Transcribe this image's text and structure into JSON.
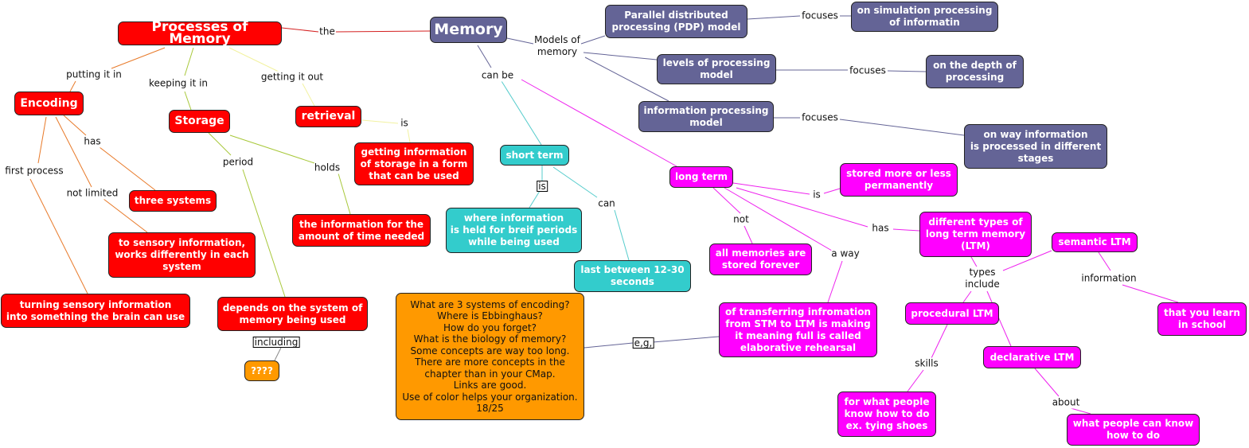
{
  "colors": {
    "red": "#ff0000",
    "purple": "#646496",
    "teal": "#33cccc",
    "magenta": "#ff00ff",
    "orange": "#ff9900"
  },
  "nodes": {
    "processes": "Processes of Memory",
    "memory": "Memory",
    "pdp": "Parallel distributed\nprocessing (PDP) model",
    "sim": "on simulation processing\nof informatin",
    "levels": "levels of processing\nmodel",
    "depth": "on the depth of\nprocessing",
    "infoproc": "information processing\nmodel",
    "stages": "on way information\nis processed in different\nstages",
    "encoding": "Encoding",
    "storage": "Storage",
    "retrieval": "retrieval",
    "getting": "getting information\nof storage in a form\nthat can be used",
    "three": "three systems",
    "sensory": "to sensory information,\nworks differently in each\nsystem",
    "holdsinfo": "the information for the\namount of time needed",
    "turning": "turning sensory information\ninto something the brain can use",
    "depends": "depends on the system of\nmemory being used",
    "unknown": "????",
    "short": "short term",
    "where": "where information\nis held for breif periods\nwhile being used",
    "last": "last between 12-30\nseconds",
    "long": "long term",
    "stored": "stored more or less\npermanently",
    "allmem": "all memories are\nstored forever",
    "types": "different types of\nlong term memory\n(LTM)",
    "semantic": "semantic LTM",
    "procedural": "procedural LTM",
    "declarative": "declarative LTM",
    "transfer": "of transferring infromation\nfrom STM to LTM is making\nit meaning full is called\nelaborative rehearsal",
    "forwhat": "for what people\nknow how to do\nex. tying shoes",
    "canknow": "what people can know\nhow to do",
    "school": "that you learn\nin school",
    "feedback": "What are 3 systems of encoding?\nWhere is Ebbinghaus?\nHow do you forget?\nWhat is the biology of memory?\nSome concepts are way too long.\nThere are more concepts in the\nchapter than in your CMap.\nLinks are good.\nUse of color helps your organization.\n18/25"
  },
  "links": {
    "the": "the",
    "models": "Models of\nmemory",
    "focuses1": "focuses",
    "focuses2": "focuses",
    "focuses3": "focuses",
    "canbe": "can be",
    "putting": "putting it in",
    "keeping": "keeping it in",
    "gettingout": "getting it out",
    "is1": "is",
    "has1": "has",
    "first": "first process",
    "notlimited": "not limited",
    "period": "period",
    "holds": "holds",
    "is2": "is",
    "can": "can",
    "is3": "is",
    "not": "not",
    "has2": "has",
    "away": "a way",
    "typesinclude": "types\ninclude",
    "information": "information",
    "skills": "skills",
    "about": "about",
    "eg": "e,g,",
    "including": "including"
  }
}
